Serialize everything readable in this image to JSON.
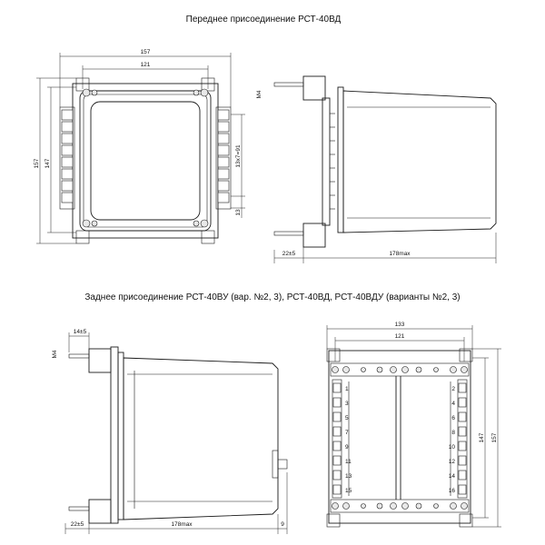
{
  "titles": {
    "front": "Переднее присоединение РСТ-40ВД",
    "rear": "Заднее присоединение РСТ-40ВУ (вар. №2, 3), РСТ-40ВД, РСТ-40ВДУ (варианты №2, 3)"
  },
  "front_view": {
    "width_outer": "157",
    "width_inner": "121",
    "height_outer": "157",
    "height_inner": "147",
    "pitch": "13x7=91",
    "step": "13"
  },
  "front_side": {
    "stud": "M4",
    "offset": "22±5",
    "depth": "178max"
  },
  "rear_side": {
    "stud": "M4",
    "stud_len": "14±5",
    "offset": "22±5",
    "depth": "178max",
    "boss": "9"
  },
  "rear_view": {
    "width_outer": "133",
    "width_inner": "121",
    "height_outer": "157",
    "height_inner": "147",
    "left_terminals": [
      "1",
      "3",
      "5",
      "7",
      "9",
      "11",
      "13",
      "15"
    ],
    "right_terminals": [
      "2",
      "4",
      "6",
      "8",
      "10",
      "12",
      "14",
      "16"
    ]
  }
}
